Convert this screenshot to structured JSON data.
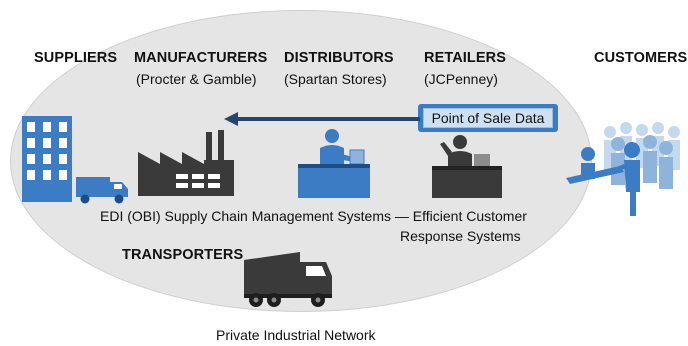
{
  "headers": {
    "suppliers": "SUPPLIERS",
    "manufacturers": "MANUFACTURERS",
    "manufacturers_example": "(Procter & Gamble)",
    "distributors": "DISTRIBUTORS",
    "distributors_example": "(Spartan Stores)",
    "retailers": "RETAILERS",
    "retailers_example": "(JCPenney)",
    "customers": "CUSTOMERS",
    "transporters": "TRANSPORTERS"
  },
  "flow_label": "Point of Sale Data",
  "systems_label_line1": "EDI (OBI) Supply Chain Management Systems — Efficient Customer",
  "systems_label_line2": "Response Systems",
  "network_label": "Private Industrial Network",
  "colors": {
    "ellipse": "#e5e5e5",
    "blue": "#3b7cc4",
    "light_blue": "#8fb4dc",
    "dark_gray": "#3a3a3a",
    "arrow": "#22466f"
  },
  "icons": [
    "office-building-icon",
    "delivery-truck-icon",
    "factory-icon",
    "distributor-desk-icon",
    "retailer-desk-icon",
    "customers-group-icon",
    "semi-truck-icon"
  ]
}
